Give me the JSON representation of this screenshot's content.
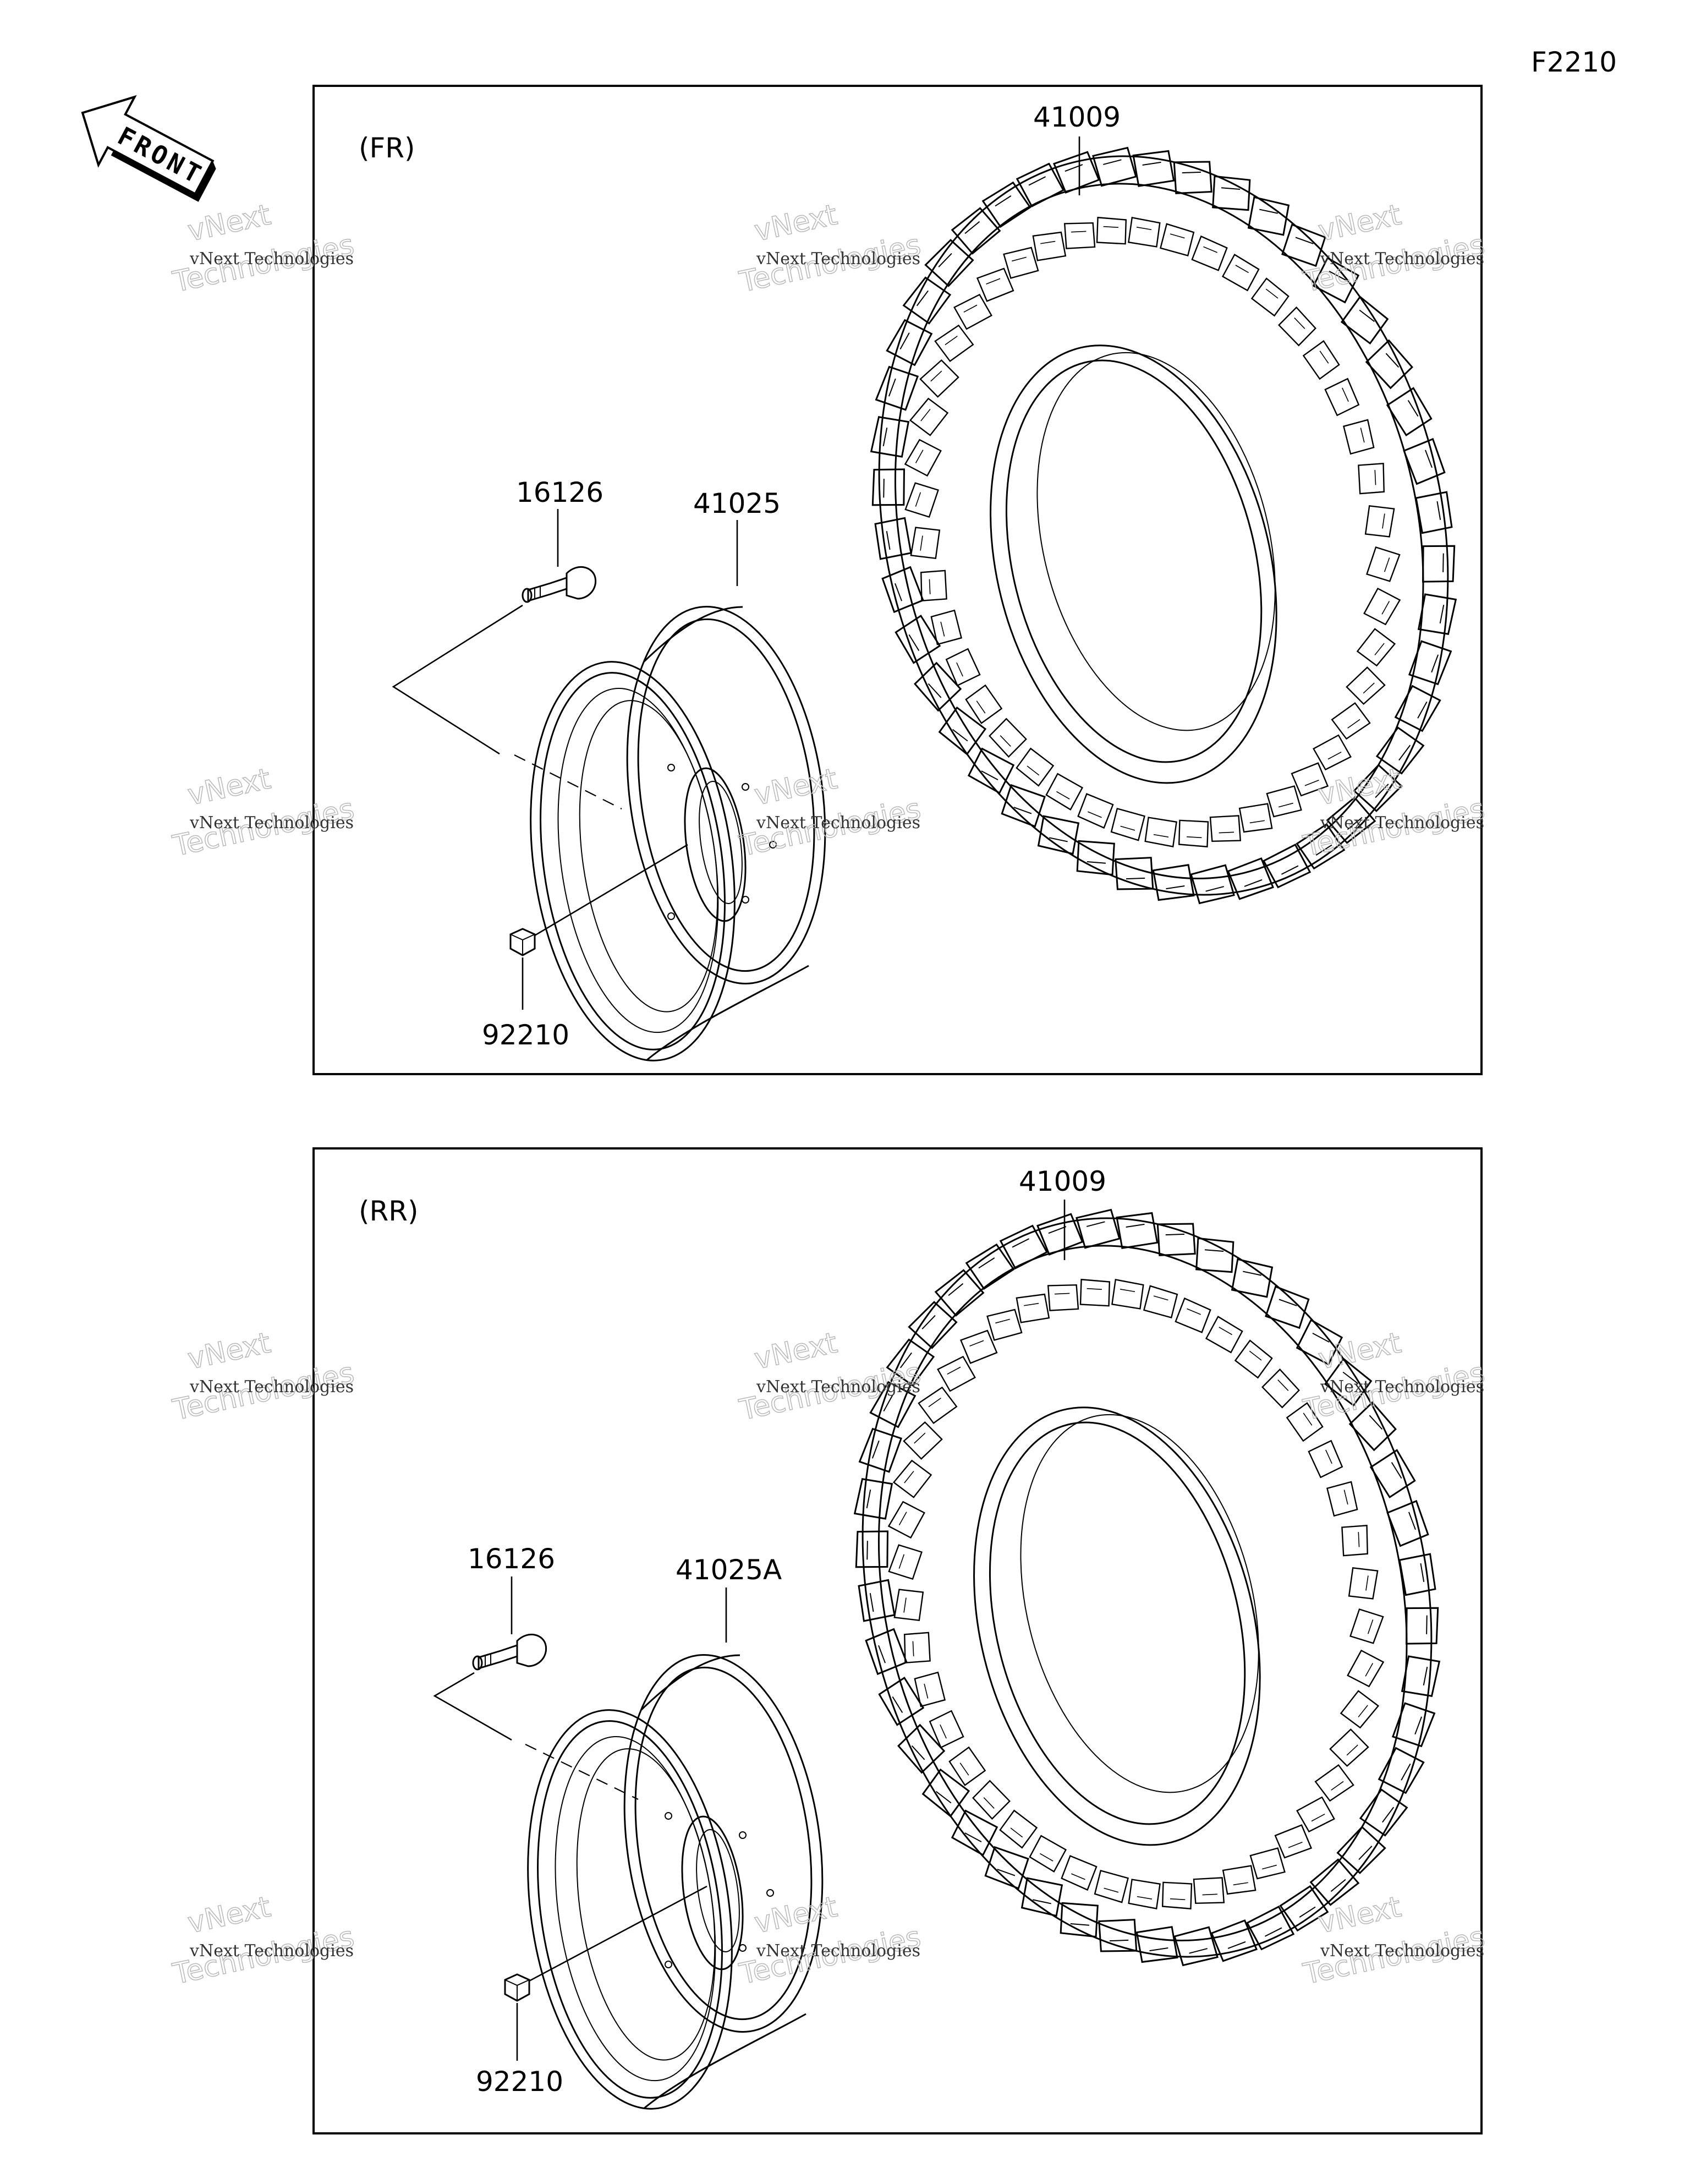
{
  "page_code": "F2210",
  "front_arrow_text": "FRONT",
  "front_arrow_icon": "front-direction-arrow-icon",
  "watermark": {
    "line1": "vNext Technologies",
    "line2": "vNext",
    "line3": "Technologies"
  },
  "panels": [
    {
      "id": "fr",
      "section_label": "(FR)",
      "parts": {
        "tire": "41009",
        "wheel": "41025",
        "valve": "16126",
        "nut": "92210"
      }
    },
    {
      "id": "rr",
      "section_label": "(RR)",
      "parts": {
        "tire": "41009",
        "wheel": "41025A",
        "valve": "16126",
        "nut": "92210"
      }
    }
  ]
}
